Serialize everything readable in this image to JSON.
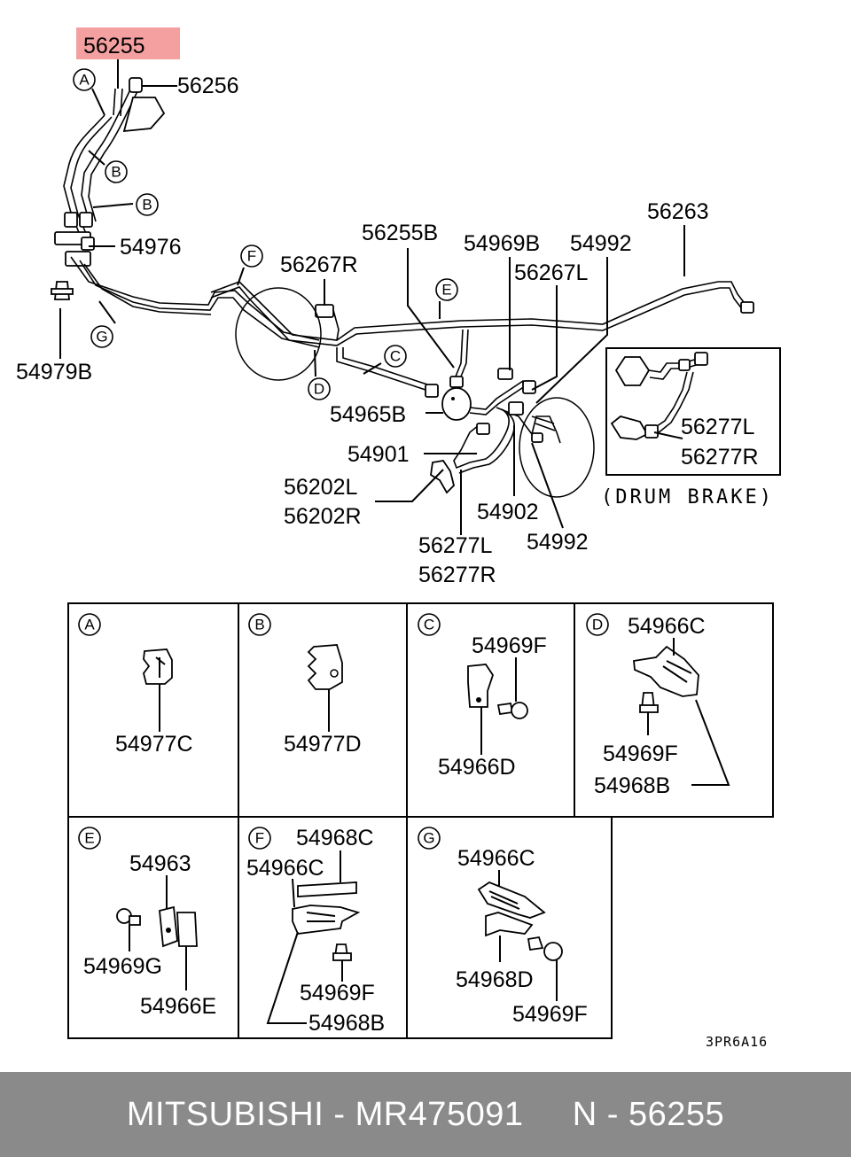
{
  "highlight": {
    "label": "56255",
    "color": "#f4a0a0"
  },
  "labels": {
    "p56256": "56256",
    "p54976": "54976",
    "p54979B": "54979B",
    "p56267R": "56267R",
    "p56255B": "56255B",
    "p54969B": "54969B",
    "p54992a": "54992",
    "p56263": "56263",
    "p56267L": "56267L",
    "p54965B": "54965B",
    "p54901": "54901",
    "p56202L": "56202L",
    "p56202R": "56202R",
    "p56277L_a": "56277L",
    "p56277R_a": "56277R",
    "p54902": "54902",
    "p54992b": "54992",
    "p56277L_b": "56277L",
    "p56277R_b": "56277R"
  },
  "callouts": {
    "A": "A",
    "B": "B",
    "C": "C",
    "D": "D",
    "E": "E",
    "F": "F",
    "G": "G"
  },
  "drum_brake": "(DRUM BRAKE)",
  "detail_boxes": {
    "A": {
      "letter": "A",
      "parts": [
        "54977C"
      ]
    },
    "B": {
      "letter": "B",
      "parts": [
        "54977D"
      ]
    },
    "C": {
      "letter": "C",
      "parts": [
        "54969F",
        "54966D"
      ]
    },
    "D": {
      "letter": "D",
      "parts": [
        "54966C",
        "54969F",
        "54968B"
      ]
    },
    "E": {
      "letter": "E",
      "parts": [
        "54963",
        "54969G",
        "54966E"
      ]
    },
    "F": {
      "letter": "F",
      "parts": [
        "54968C",
        "54966C",
        "54969F",
        "54968B"
      ]
    },
    "G": {
      "letter": "G",
      "parts": [
        "54966C",
        "54968D",
        "54969F"
      ]
    }
  },
  "diagram_code": "3PR6A16",
  "footer": {
    "brand": "MITSUBISHI",
    "separator": " - ",
    "part_number": "MR475091",
    "ref_prefix": "N",
    "ref_number": "56255",
    "text": "MITSUBISHI - MR475091     N - 56255"
  }
}
